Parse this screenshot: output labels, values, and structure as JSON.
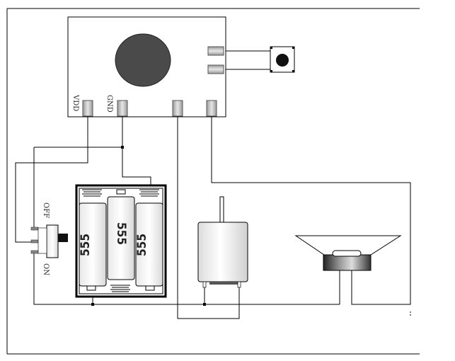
{
  "diagram": {
    "module": {
      "pin_labels": {
        "vdd": "VDD",
        "gnd": "GND"
      }
    },
    "switch": {
      "labels": {
        "off": "OFF",
        "on": "ON"
      }
    },
    "battery_pack": {
      "cells": [
        {
          "label": "555"
        },
        {
          "label": "555"
        },
        {
          "label": "555"
        }
      ]
    }
  }
}
